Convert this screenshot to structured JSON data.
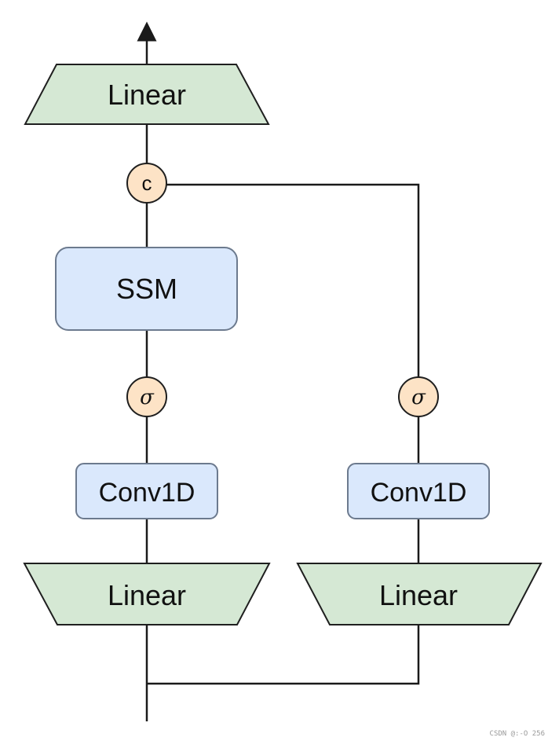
{
  "diagram": {
    "nodes": {
      "linear_top": "Linear",
      "concat_op": "c",
      "ssm": "SSM",
      "sigma_left": "σ",
      "sigma_right": "σ",
      "conv_left": "Conv1D",
      "conv_right": "Conv1D",
      "linear_left": "Linear",
      "linear_right": "Linear"
    },
    "colors": {
      "linear_fill": "#d5e8d4",
      "linear_stroke": "#1f1f1f",
      "block_fill": "#dae8fc",
      "block_stroke": "#6c7a8e",
      "op_fill": "#fde3c6",
      "op_stroke": "#1f1f1f",
      "wire": "#1a1a1a"
    }
  },
  "watermark": "CSDN @:-O  256"
}
